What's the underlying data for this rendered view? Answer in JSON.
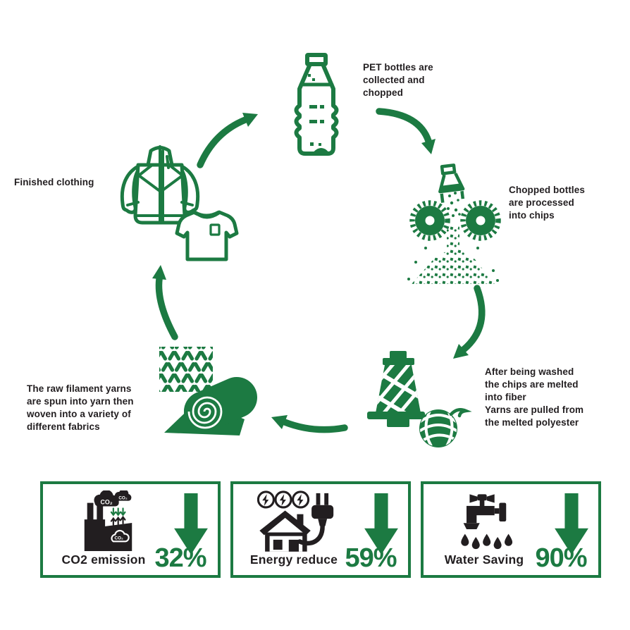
{
  "colors": {
    "green": "#1c7a42",
    "ink": "#221e20",
    "background": "#ffffff"
  },
  "cycle": {
    "steps": [
      {
        "icon": "pet-bottle-icon",
        "label": "PET bottles are\ncollected and\nchopped"
      },
      {
        "icon": "bottle-chopper-icon",
        "label": "Chopped bottles\nare processed\ninto chips"
      },
      {
        "icon": "thread-spool-yarn-icon",
        "label": "After being washed\nthe chips are melted\ninto fiber\nYarns are pulled from\nthe melted polyester"
      },
      {
        "icon": "fabric-roll-icon",
        "label": "The raw filament yarns\nare spun into yarn then\nwoven into a variety of\ndifferent fabrics"
      },
      {
        "icon": "clothing-icon",
        "label": "Finished clothing"
      }
    ]
  },
  "stats": [
    {
      "icon": "factory-co2-icon",
      "label": "CO2 emission",
      "value": "32%",
      "cloud_text": "CO₂",
      "direction": "down"
    },
    {
      "icon": "house-plug-icon",
      "label": "Energy reduce",
      "value": "59%",
      "direction": "down"
    },
    {
      "icon": "water-tap-icon",
      "label": "Water Saving",
      "value": "90%",
      "direction": "down"
    }
  ]
}
